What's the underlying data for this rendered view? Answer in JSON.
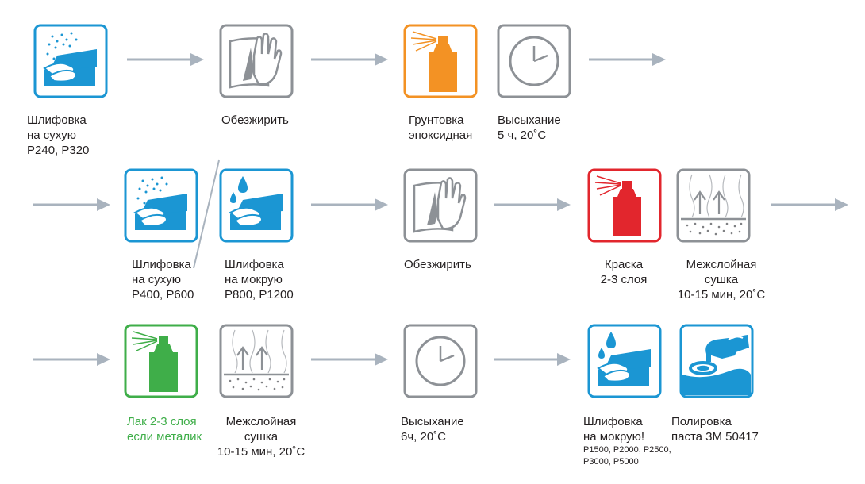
{
  "colors": {
    "blue": "#1b96d3",
    "grey": "#8d9196",
    "orange": "#f39224",
    "red": "#e2262d",
    "green": "#3fae49",
    "arrow": "#a9b3be",
    "dots": "#7f8083"
  },
  "steps": [
    {
      "id": "sand-dry-1",
      "icon": "dry-sanding-icon",
      "lines": [
        "Шлифовка",
        "на сухую",
        "P240, P320"
      ]
    },
    {
      "id": "degrease-1",
      "icon": "degrease-icon",
      "lines": [
        "Обезжирить"
      ]
    },
    {
      "id": "primer",
      "icon": "spray-can-icon",
      "lines": [
        "Грунтовка",
        "эпоксидная"
      ]
    },
    {
      "id": "dry-1",
      "icon": "clock-icon",
      "lines": [
        "Высыхание",
        "5 ч, 20˚С"
      ]
    },
    {
      "id": "sand-dry-2",
      "icon": "dry-sanding-icon",
      "lines": [
        "Шлифовка",
        "на сухую",
        "P400, P600"
      ]
    },
    {
      "id": "sand-wet-1",
      "icon": "wet-sanding-icon",
      "lines": [
        "Шлифовка",
        "на мокрую",
        "P800, P1200"
      ]
    },
    {
      "id": "degrease-2",
      "icon": "degrease-icon",
      "lines": [
        "Обезжирить"
      ]
    },
    {
      "id": "paint",
      "icon": "spray-can-icon",
      "lines": [
        "Краска",
        "2-3 слоя"
      ]
    },
    {
      "id": "flash-1",
      "icon": "evaporation-icon",
      "lines": [
        "Межслойная",
        "сушка",
        "10-15 мин, 20˚С"
      ]
    },
    {
      "id": "lacquer",
      "icon": "spray-can-icon",
      "lines": [
        "Лак 2-3 слоя",
        "если металик"
      ]
    },
    {
      "id": "flash-2",
      "icon": "evaporation-icon",
      "lines": [
        "Межслойная",
        "сушка",
        "10-15 мин, 20˚С"
      ]
    },
    {
      "id": "dry-2",
      "icon": "clock-icon",
      "lines": [
        "Высыхание",
        "6ч, 20˚С"
      ]
    },
    {
      "id": "sand-wet-2",
      "icon": "wet-sanding-icon",
      "lines": [
        "Шлифовка",
        "на мокрую!"
      ],
      "small_lines": [
        "P1500, P2000, P2500,",
        "P3000, P5000"
      ]
    },
    {
      "id": "polish",
      "icon": "polishing-icon",
      "lines": [
        "Полировка",
        "паста 3М 50417"
      ]
    }
  ]
}
